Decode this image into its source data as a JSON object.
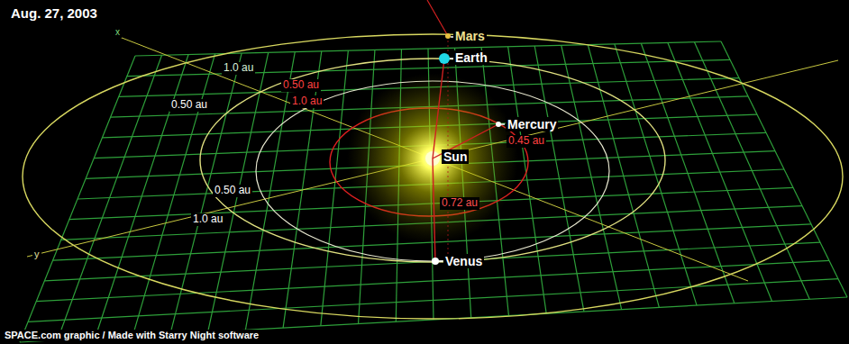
{
  "diagram": {
    "title": "Aug. 27, 2003",
    "labels": [
      "x",
      "Mars",
      "Earth",
      "1.0 au",
      "0.50 au",
      "1.0 au",
      "0.50 au",
      "Mercury",
      "0.45 au",
      "Sun",
      "0.50 au",
      "0.72 au",
      "1.0 au",
      "y",
      "Venus",
      "SPACE.com graphic / Made with Starry Night software"
    ]
  }
}
